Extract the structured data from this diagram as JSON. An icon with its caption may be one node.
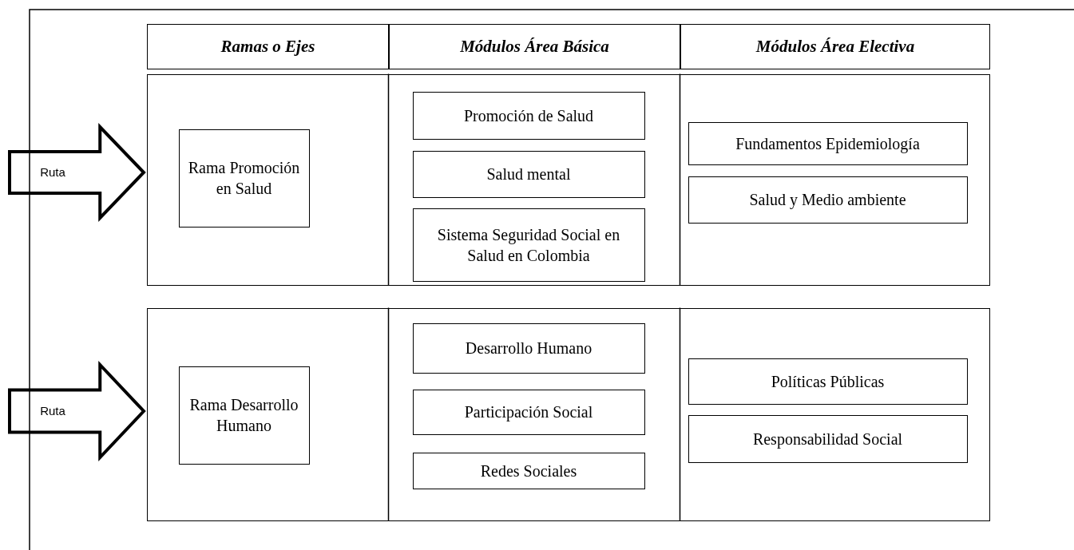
{
  "diagram": {
    "nodes": [
      {
        "text": [
          "Ramas o Ejes"
        ]
      },
      {
        "text": [
          "Módulos Área Básica"
        ]
      },
      {
        "text": [
          "Módulos Área Electiva"
        ]
      },
      {
        "text": [],
        "shape": "box"
      },
      {
        "text": [
          "Rama Promoción en Salud"
        ],
        "in": 3
      },
      {
        "text": [
          "Promoción de Salud"
        ],
        "in": 3
      },
      {
        "text": [
          "Salud mental"
        ],
        "in": 3
      },
      {
        "text": [
          "Sistema Seguridad Social en Salud en Colombia"
        ],
        "in": 3
      },
      {
        "text": [
          "Fundamentos Epidemiología"
        ],
        "in": 3
      },
      {
        "text": [
          "Salud y Medio ambiente"
        ],
        "in": 3
      },
      {
        "text": [
          "Ruta"
        ]
      },
      {
        "text": [],
        "shape": "box"
      },
      {
        "text": [
          "Rama Desarrollo Humano"
        ],
        "in": 11
      },
      {
        "text": [
          "Desarrollo Humano"
        ],
        "in": 11
      },
      {
        "text": [
          "Participación Social"
        ],
        "in": 11
      },
      {
        "text": [
          "Redes Sociales"
        ],
        "in": 11
      },
      {
        "text": [
          "Políticas Públicas"
        ],
        "in": 11
      },
      {
        "text": [
          "Responsabilidad Social"
        ],
        "in": 11
      },
      {
        "text": [
          "Ruta"
        ]
      }
    ]
  }
}
